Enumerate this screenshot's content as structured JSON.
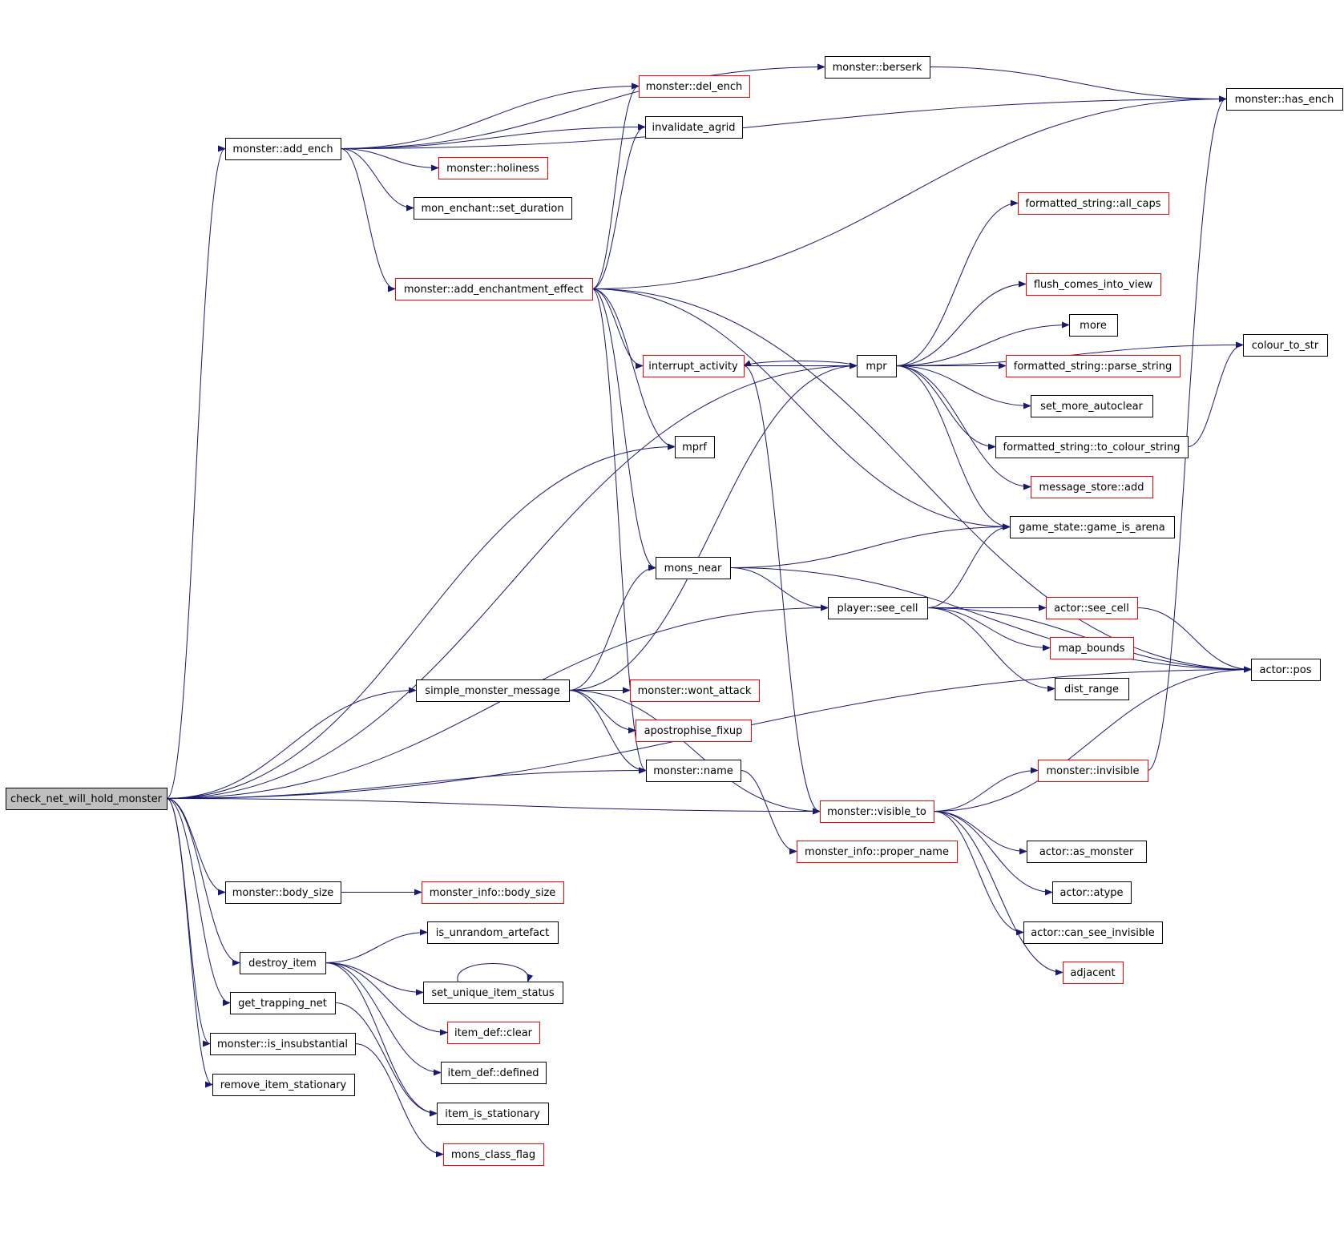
{
  "colors": {
    "edge": "#191970",
    "box_default": "#000000",
    "box_incomplete": "#ff0000",
    "root_fill": "#bfbfbf",
    "background": "#ffffff"
  },
  "nodes": {
    "root": {
      "label": "check_net_will_hold_monster",
      "kind": "root"
    },
    "add_ench": {
      "label": "monster::add_ench",
      "kind": "default"
    },
    "berserk": {
      "label": "monster::berserk",
      "kind": "default"
    },
    "has_ench": {
      "label": "monster::has_ench",
      "kind": "default"
    },
    "del_ench": {
      "label": "monster::del_ench",
      "kind": "incomplete"
    },
    "invalidate_agrid": {
      "label": "invalidate_agrid",
      "kind": "default"
    },
    "holiness": {
      "label": "monster::holiness",
      "kind": "incomplete"
    },
    "set_duration": {
      "label": "mon_enchant::set_duration",
      "kind": "default"
    },
    "add_ench_effect": {
      "label": "monster::add_enchantment_effect",
      "kind": "incomplete"
    },
    "all_caps": {
      "label": "formatted_string::all_caps",
      "kind": "incomplete"
    },
    "flush_view": {
      "label": "flush_comes_into_view",
      "kind": "incomplete"
    },
    "more": {
      "label": "more",
      "kind": "default"
    },
    "colour_to_str": {
      "label": "colour_to_str",
      "kind": "default"
    },
    "interrupt_activity": {
      "label": "interrupt_activity",
      "kind": "incomplete"
    },
    "mpr": {
      "label": "mpr",
      "kind": "default"
    },
    "parse_string": {
      "label": "formatted_string::parse_string",
      "kind": "incomplete"
    },
    "set_more_autoclear": {
      "label": "set_more_autoclear",
      "kind": "default"
    },
    "mprf": {
      "label": "mprf",
      "kind": "default"
    },
    "to_colour_string": {
      "label": "formatted_string::to_colour_string",
      "kind": "default"
    },
    "message_store_add": {
      "label": "message_store::add",
      "kind": "incomplete"
    },
    "game_is_arena": {
      "label": "game_state::game_is_arena",
      "kind": "default"
    },
    "mons_near": {
      "label": "mons_near",
      "kind": "default"
    },
    "see_cell": {
      "label": "player::see_cell",
      "kind": "default"
    },
    "actor_see_cell": {
      "label": "actor::see_cell",
      "kind": "incomplete"
    },
    "map_bounds": {
      "label": "map_bounds",
      "kind": "incomplete"
    },
    "actor_pos": {
      "label": "actor::pos",
      "kind": "default"
    },
    "dist_range": {
      "label": "dist_range",
      "kind": "default"
    },
    "simple_monster_message": {
      "label": "simple_monster_message",
      "kind": "default"
    },
    "wont_attack": {
      "label": "monster::wont_attack",
      "kind": "incomplete"
    },
    "apostrophise_fixup": {
      "label": "apostrophise_fixup",
      "kind": "incomplete"
    },
    "monster_name": {
      "label": "monster::name",
      "kind": "default"
    },
    "invisible": {
      "label": "monster::invisible",
      "kind": "incomplete"
    },
    "visible_to": {
      "label": "monster::visible_to",
      "kind": "incomplete"
    },
    "proper_name": {
      "label": "monster_info::proper_name",
      "kind": "incomplete"
    },
    "as_monster": {
      "label": "actor::as_monster",
      "kind": "default"
    },
    "body_size": {
      "label": "monster::body_size",
      "kind": "default"
    },
    "mi_body_size": {
      "label": "monster_info::body_size",
      "kind": "incomplete"
    },
    "atype": {
      "label": "actor::atype",
      "kind": "default"
    },
    "is_unrandom_artefact": {
      "label": "is_unrandom_artefact",
      "kind": "default"
    },
    "can_see_invisible": {
      "label": "actor::can_see_invisible",
      "kind": "default"
    },
    "destroy_item": {
      "label": "destroy_item",
      "kind": "default"
    },
    "adjacent": {
      "label": "adjacent",
      "kind": "incomplete"
    },
    "set_unique_item_status": {
      "label": "set_unique_item_status",
      "kind": "default"
    },
    "get_trapping_net": {
      "label": "get_trapping_net",
      "kind": "default"
    },
    "item_def_clear": {
      "label": "item_def::clear",
      "kind": "incomplete"
    },
    "is_insubstantial": {
      "label": "monster::is_insubstantial",
      "kind": "default"
    },
    "item_def_defined": {
      "label": "item_def::defined",
      "kind": "default"
    },
    "remove_item_stationary": {
      "label": "remove_item_stationary",
      "kind": "default"
    },
    "item_is_stationary": {
      "label": "item_is_stationary",
      "kind": "default"
    },
    "mons_class_flag": {
      "label": "mons_class_flag",
      "kind": "incomplete"
    }
  },
  "edges": [
    [
      "root",
      "add_ench"
    ],
    [
      "root",
      "mprf"
    ],
    [
      "root",
      "mpr"
    ],
    [
      "root",
      "see_cell"
    ],
    [
      "root",
      "simple_monster_message"
    ],
    [
      "root",
      "visible_to"
    ],
    [
      "root",
      "actor_pos"
    ],
    [
      "root",
      "body_size"
    ],
    [
      "root",
      "destroy_item"
    ],
    [
      "root",
      "get_trapping_net"
    ],
    [
      "root",
      "is_insubstantial"
    ],
    [
      "root",
      "remove_item_stationary"
    ],
    [
      "root",
      "monster_name"
    ],
    [
      "add_ench",
      "has_ench"
    ],
    [
      "add_ench",
      "berserk"
    ],
    [
      "add_ench",
      "del_ench"
    ],
    [
      "add_ench",
      "invalidate_agrid"
    ],
    [
      "add_ench",
      "holiness"
    ],
    [
      "add_ench",
      "set_duration"
    ],
    [
      "add_ench",
      "add_ench_effect"
    ],
    [
      "berserk",
      "has_ench"
    ],
    [
      "add_ench_effect",
      "del_ench"
    ],
    [
      "add_ench_effect",
      "invalidate_agrid"
    ],
    [
      "add_ench_effect",
      "has_ench"
    ],
    [
      "add_ench_effect",
      "actor_pos"
    ],
    [
      "add_ench_effect",
      "interrupt_activity"
    ],
    [
      "add_ench_effect",
      "mprf"
    ],
    [
      "add_ench_effect",
      "mons_near"
    ],
    [
      "add_ench_effect",
      "game_is_arena"
    ],
    [
      "add_ench_effect",
      "monster_name"
    ],
    [
      "interrupt_activity",
      "mpr"
    ],
    [
      "interrupt_activity",
      "visible_to"
    ],
    [
      "mpr",
      "interrupt_activity"
    ],
    [
      "mpr",
      "all_caps"
    ],
    [
      "mpr",
      "colour_to_str"
    ],
    [
      "mpr",
      "flush_view"
    ],
    [
      "mpr",
      "more"
    ],
    [
      "mpr",
      "parse_string"
    ],
    [
      "mpr",
      "set_more_autoclear"
    ],
    [
      "mpr",
      "to_colour_string"
    ],
    [
      "mpr",
      "message_store_add"
    ],
    [
      "mpr",
      "game_is_arena"
    ],
    [
      "to_colour_string",
      "colour_to_str"
    ],
    [
      "mons_near",
      "game_is_arena"
    ],
    [
      "mons_near",
      "actor_pos"
    ],
    [
      "mons_near",
      "see_cell"
    ],
    [
      "see_cell",
      "game_is_arena"
    ],
    [
      "see_cell",
      "actor_see_cell"
    ],
    [
      "see_cell",
      "map_bounds"
    ],
    [
      "see_cell",
      "dist_range"
    ],
    [
      "see_cell",
      "actor_pos"
    ],
    [
      "actor_see_cell",
      "actor_pos"
    ],
    [
      "simple_monster_message",
      "mpr"
    ],
    [
      "simple_monster_message",
      "mons_near"
    ],
    [
      "simple_monster_message",
      "visible_to"
    ],
    [
      "simple_monster_message",
      "wont_attack"
    ],
    [
      "simple_monster_message",
      "apostrophise_fixup"
    ],
    [
      "simple_monster_message",
      "monster_name"
    ],
    [
      "monster_name",
      "proper_name"
    ],
    [
      "visible_to",
      "invisible"
    ],
    [
      "visible_to",
      "actor_pos"
    ],
    [
      "visible_to",
      "as_monster"
    ],
    [
      "visible_to",
      "atype"
    ],
    [
      "visible_to",
      "can_see_invisible"
    ],
    [
      "visible_to",
      "adjacent"
    ],
    [
      "invisible",
      "has_ench"
    ],
    [
      "body_size",
      "mi_body_size"
    ],
    [
      "destroy_item",
      "is_unrandom_artefact"
    ],
    [
      "destroy_item",
      "set_unique_item_status"
    ],
    [
      "destroy_item",
      "item_def_clear"
    ],
    [
      "destroy_item",
      "item_def_defined"
    ],
    [
      "destroy_item",
      "item_is_stationary"
    ],
    [
      "set_unique_item_status",
      "set_unique_item_status"
    ],
    [
      "get_trapping_net",
      "item_is_stationary"
    ],
    [
      "is_insubstantial",
      "mons_class_flag"
    ]
  ]
}
